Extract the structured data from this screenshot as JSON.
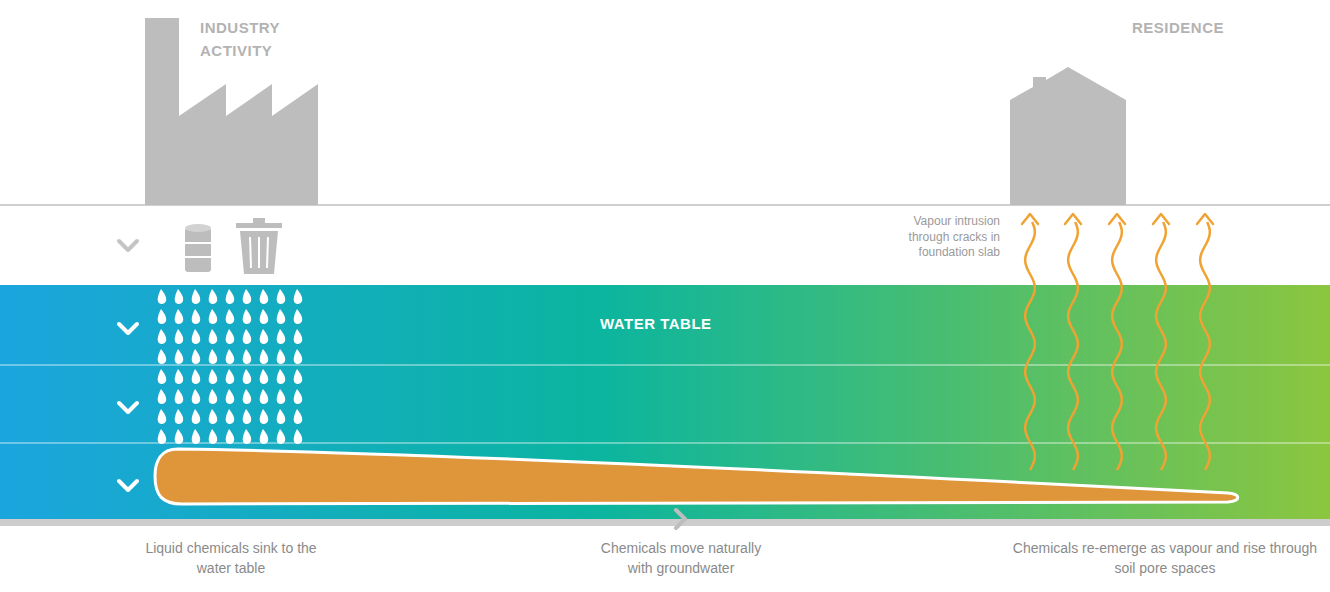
{
  "diagram": {
    "nodes": [
      {
        "text": [
          "WATER TABLE"
        ]
      }
    ],
    "labels": [
      "INDUSTRY ACTIVITY",
      "RESIDENCE",
      "Vapour intrusion through cracks in foundation slab",
      "Liquid chemicals sink to the water table",
      "Chemicals move naturally with groundwater",
      "Chemicals re-emerge as vapour and rise through soil pore spaces"
    ]
  }
}
